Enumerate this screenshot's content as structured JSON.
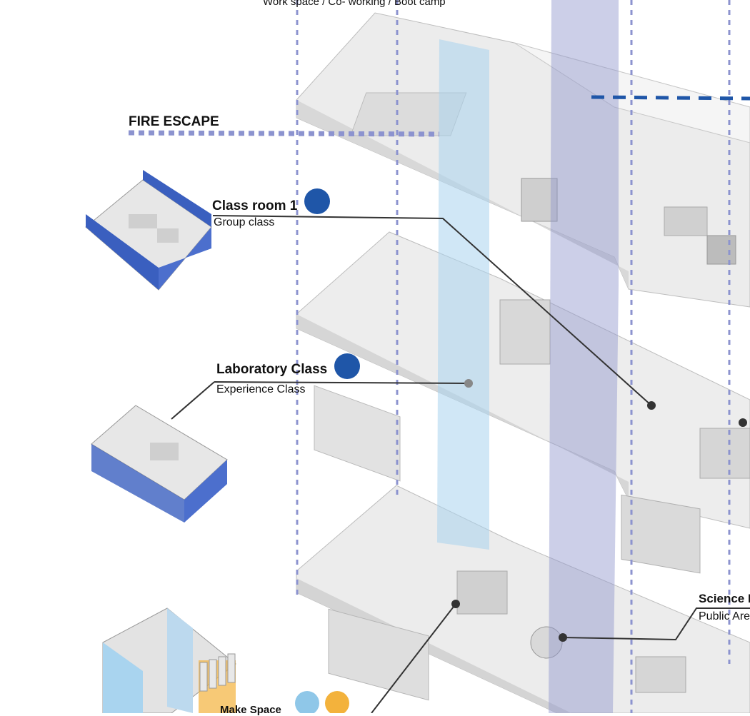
{
  "labels": {
    "top_caption": "Work space / Co- working / Boot camp",
    "fire_escape": "FIRE ESCAPE",
    "classroom": {
      "title": "Class room 1",
      "subtitle": "Group class"
    },
    "laboratory": {
      "title": "Laboratory Class",
      "subtitle": "Experience Class"
    },
    "science": {
      "title": "Science I",
      "subtitle": "Public Are"
    },
    "make_space": {
      "title": "Make Space"
    }
  },
  "colors": {
    "dark_blue_accent": "#1f56a8",
    "light_blue_accent": "#8fc7e8",
    "yellow_accent": "#f3b23c",
    "shaft_light_blue": "#a9d4ef",
    "shaft_lavender": "#8d94cc",
    "dashed_line": "#8c93cf",
    "floor_grey": "#e6e6e6",
    "room_blue": "#3a5fbf"
  }
}
